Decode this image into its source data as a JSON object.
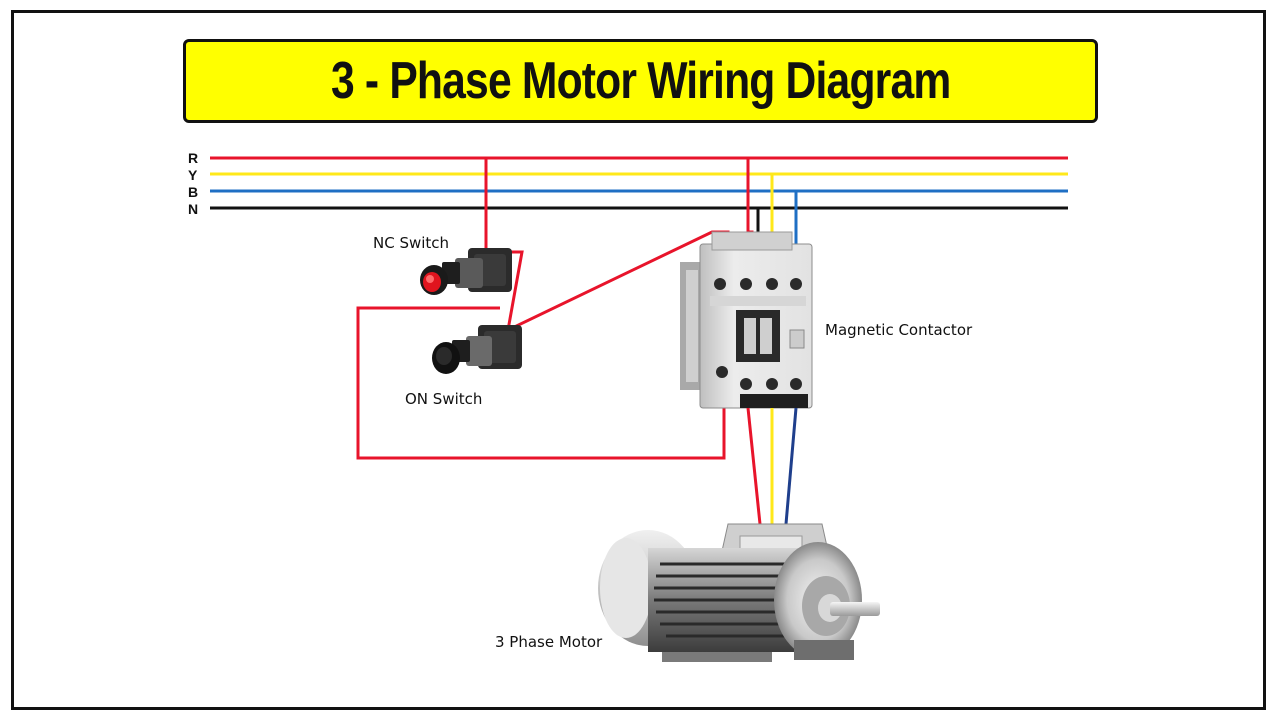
{
  "title": "3 - Phase Motor Wiring Diagram",
  "bus_labels": [
    "R",
    "Y",
    "B",
    "N"
  ],
  "components": {
    "nc_switch": "NC Switch",
    "on_switch": "ON Switch",
    "contactor": "Magnetic Contactor",
    "motor": "3 Phase Motor"
  },
  "colors": {
    "title_bg": "#ffff00",
    "phase_r": "#e8142b",
    "phase_y": "#ffe81a",
    "phase_b": "#1f6fc4",
    "neutral": "#111111",
    "control_wire": "#e8142b"
  }
}
